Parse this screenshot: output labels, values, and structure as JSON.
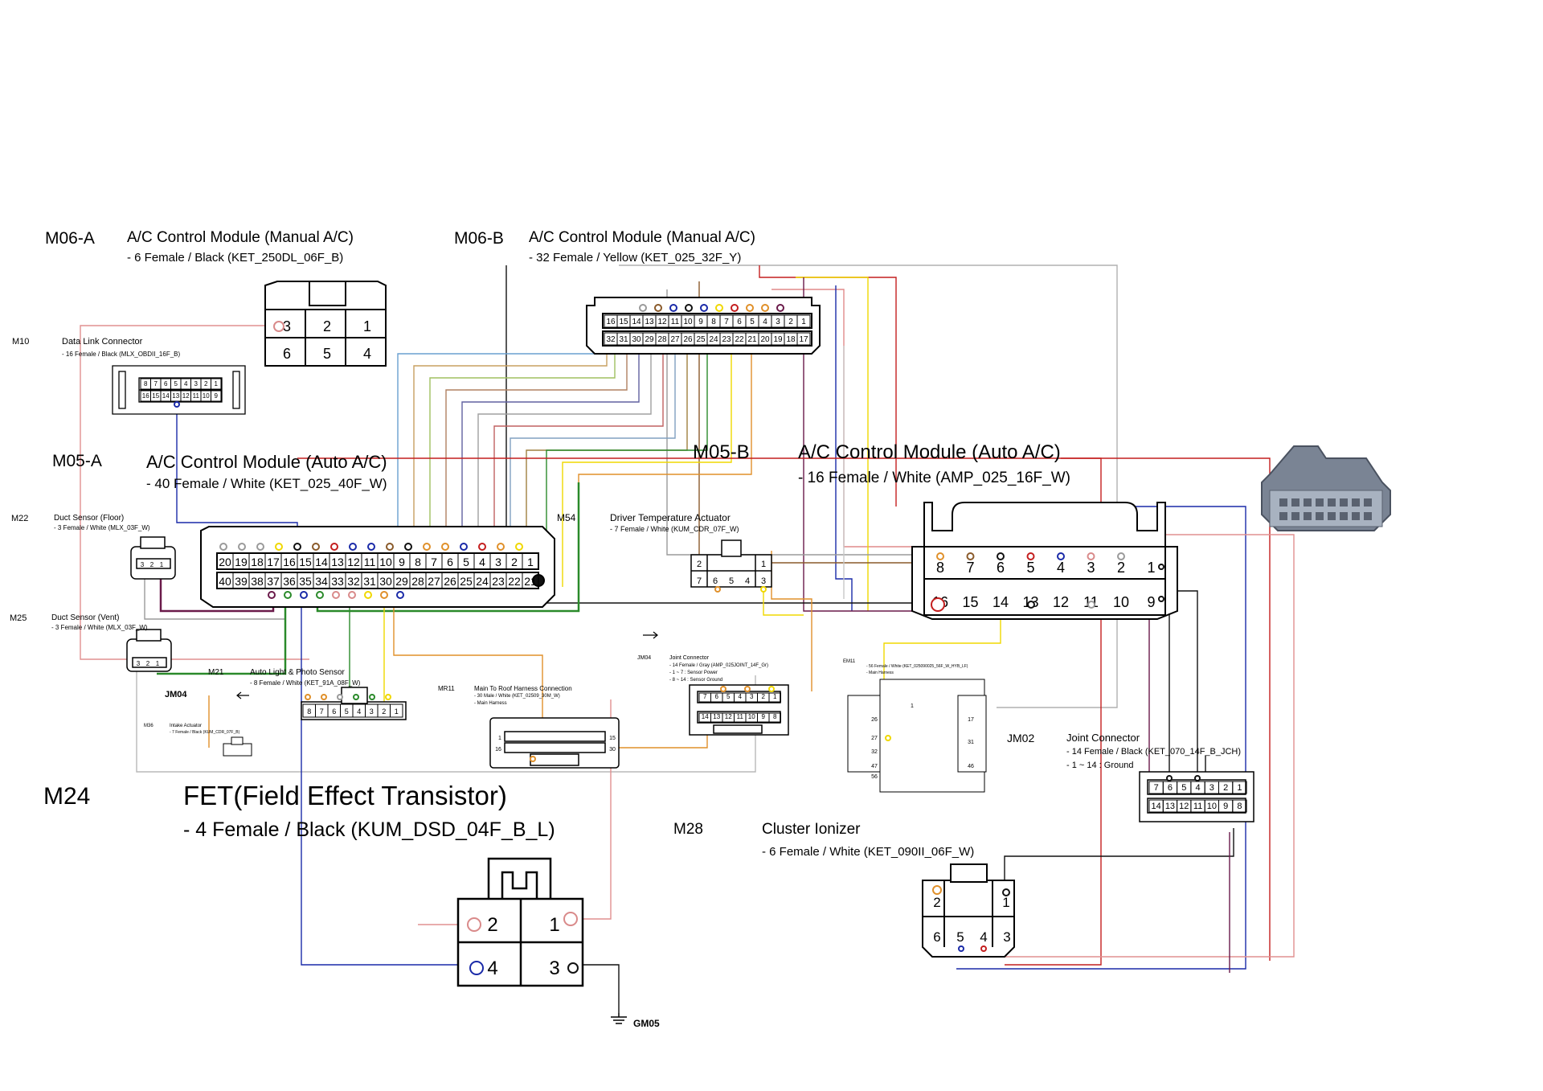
{
  "connectors": {
    "m06a": {
      "id": "M06-A",
      "title": "A/C Control Module   (Manual A/C)",
      "spec": "- 6 Female / Black (KET_250DL_06F_B)",
      "pins_top": [
        "3",
        "2",
        "1"
      ],
      "pins_bottom": [
        "6",
        "5",
        "4"
      ]
    },
    "m06b": {
      "id": "M06-B",
      "title": "A/C Control Module   (Manual A/C)",
      "spec": "- 32 Female / Yellow (KET_025_32F_Y)",
      "pins_top": [
        "16",
        "15",
        "14",
        "13",
        "12",
        "11",
        "10",
        "9",
        "8",
        "7",
        "6",
        "5",
        "4",
        "3",
        "2",
        "1"
      ],
      "pins_bottom": [
        "32",
        "31",
        "30",
        "29",
        "28",
        "27",
        "26",
        "25",
        "24",
        "23",
        "22",
        "21",
        "20",
        "19",
        "18",
        "17"
      ]
    },
    "m10": {
      "id": "M10",
      "title": "Data Link Connector",
      "spec": "- 16 Female / Black (MLX_OBDII_16F_B)",
      "pins_top": [
        "8",
        "7",
        "6",
        "5",
        "4",
        "3",
        "2",
        "1"
      ],
      "pins_bottom": [
        "16",
        "15",
        "14",
        "13",
        "12",
        "11",
        "10",
        "9"
      ]
    },
    "m05a": {
      "id": "M05-A",
      "title": "A/C Control Module   (Auto A/C)",
      "spec": "- 40 Female / White (KET_025_40F_W)",
      "pins_top": [
        "20",
        "19",
        "18",
        "17",
        "16",
        "15",
        "14",
        "13",
        "12",
        "11",
        "10",
        "9",
        "8",
        "7",
        "6",
        "5",
        "4",
        "3",
        "2",
        "1"
      ],
      "pins_bottom": [
        "40",
        "39",
        "38",
        "37",
        "36",
        "35",
        "34",
        "33",
        "32",
        "31",
        "30",
        "29",
        "28",
        "27",
        "26",
        "25",
        "24",
        "23",
        "22",
        "21"
      ]
    },
    "m05b": {
      "id": "M05-B",
      "title": "A/C Control Module   (Auto A/C)",
      "spec": "- 16 Female / White (AMP_025_16F_W)",
      "pins_top": [
        "8",
        "7",
        "6",
        "5",
        "4",
        "3",
        "2",
        "1"
      ],
      "pins_bottom": [
        "16",
        "15",
        "14",
        "13",
        "12",
        "11",
        "10",
        "9"
      ]
    },
    "m22": {
      "id": "M22",
      "title": "Duct Sensor (Floor)",
      "spec": "- 3 Female / White (MLX_03F_W)",
      "pins": [
        "3",
        "2",
        "1"
      ]
    },
    "m25": {
      "id": "M25",
      "title": "Duct Sensor (Vent)",
      "spec": "- 3 Female / White (MLX_03F_W)",
      "pins": [
        "3",
        "2",
        "1"
      ]
    },
    "m54": {
      "id": "M54",
      "title": "Driver Temperature Actuator",
      "spec": "- 7 Female / White (KUM_CDR_07F_W)",
      "pins_top": [
        "2",
        "1"
      ],
      "pins_bottom": [
        "7",
        "6",
        "5",
        "4",
        "3"
      ]
    },
    "m21": {
      "id": "M21",
      "title": "Auto Light & Photo Sensor",
      "spec": "- 8 Female / White (KET_91A_08F_W)",
      "pins": [
        "8",
        "7",
        "6",
        "5",
        "4",
        "3",
        "2",
        "1"
      ]
    },
    "m36": {
      "id": "M36",
      "title": "Intake Actuator",
      "spec": "- 7 Female / Black (KUM_CDR_07F_B)"
    },
    "jm04": {
      "id": "JM04",
      "title": "Joint Connector",
      "spec1": "- 14 Female / Gray (AMP_025JOINT_14F_Gr)",
      "spec2": "- 1 ~ 7 : Sensor Power",
      "spec3": "- 8 ~ 14 : Sensor Ground",
      "pins_top": [
        "7",
        "6",
        "5",
        "4",
        "3",
        "2",
        "1"
      ],
      "pins_bottom": [
        "14",
        "13",
        "12",
        "11",
        "10",
        "9",
        "8"
      ]
    },
    "jm04_label": "JM04",
    "mr11": {
      "id": "MR11",
      "title": "Main To Roof Harness Connection",
      "spec1": "- 30 Male / White (KET_02509_30M_W)",
      "spec2": "- Main Harness",
      "pin_left_top": "1",
      "pin_left_bottom": "16",
      "pin_right_top": "15",
      "pin_right_bottom": "30"
    },
    "em11": {
      "id": "EM11",
      "spec1": "- 56 Female / White (KET_025090025_56F_W_HYB_LF)",
      "spec2": "- Main Harness",
      "pin_labels": [
        "26",
        "27",
        "32",
        "47",
        "56",
        "1",
        "17",
        "31",
        "46"
      ]
    },
    "jm02": {
      "id": "JM02",
      "title": "Joint Connector",
      "spec1": "- 14 Female / Black (KET_070_14F_B_JCH)",
      "spec2": "- 1 ~ 14 : Ground",
      "pins_top": [
        "7",
        "6",
        "5",
        "4",
        "3",
        "2",
        "1"
      ],
      "pins_bottom": [
        "14",
        "13",
        "12",
        "11",
        "10",
        "9",
        "8"
      ]
    },
    "m24": {
      "id": "M24",
      "title": "FET(Field Effect Transistor)",
      "spec": "- 4 Female / Black (KUM_DSD_04F_B_L)",
      "pins": [
        "2",
        "1",
        "4",
        "3"
      ]
    },
    "m28": {
      "id": "M28",
      "title": "Cluster Ionizer",
      "spec": "- 6 Female / White (KET_090II_06F_W)",
      "pins_top": [
        "2",
        "1"
      ],
      "pins_bottom": [
        "6",
        "5",
        "4",
        "3"
      ]
    },
    "gm05": {
      "label": "GM05"
    }
  },
  "wire_colors": {
    "blue": "#1a2aa8",
    "red": "#c41e1e",
    "pink": "#d98a8a",
    "orange": "#e0902a",
    "yellow": "#f0d800",
    "green": "#2a8a2a",
    "black": "#111111",
    "gray": "#9a9a9a",
    "brown": "#8a5a2a",
    "purple": "#6a1a4a"
  }
}
